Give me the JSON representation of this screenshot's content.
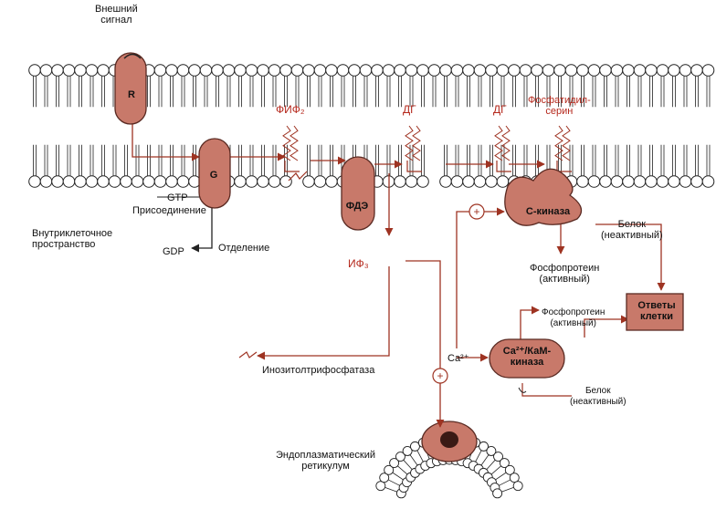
{
  "labels": {
    "external_signal": "Внешний\nсигнал",
    "receptor": "R",
    "g_protein": "G",
    "pde": "ФДЭ",
    "pip2": "ФИФ₂",
    "dg1": "ДГ",
    "dg2": "ДГ",
    "phosphatidylserine": "Фосфатидил-\nсерин",
    "gtp": "GTP",
    "attachment": "Присоединение",
    "gdp": "GDP",
    "detachment": "Отделение",
    "intracellular_space": "Внутриклеточное\nпространство",
    "ip3": "ИФ₃",
    "inositol_triphosphatase": "Инозитолтрифосфатаза",
    "c_kinase": "С-киназа",
    "protein_inactive_1": "Белок\n(неактивный)",
    "phosphoprotein_active_1": "Фосфопротеин\n(активный)",
    "phosphoprotein_active_2": "Фосфопротеин\n(активный)",
    "cell_responses": "Ответы\nклетки",
    "ca": "Ca²⁺",
    "ca_kam_kinase": "Ca²⁺/КаМ-\nкиназа",
    "protein_inactive_2": "Белок\n(неактивный)",
    "er": "Эндоплазматический\nретикулум",
    "plus": "+"
  },
  "colors": {
    "protein_fill": "#c8796a",
    "protein_stroke": "#5a2a22",
    "arrow": "#9e3322",
    "lipid": "#222222",
    "accent_text": "#b5281c",
    "box_fill": "#c8796a"
  }
}
